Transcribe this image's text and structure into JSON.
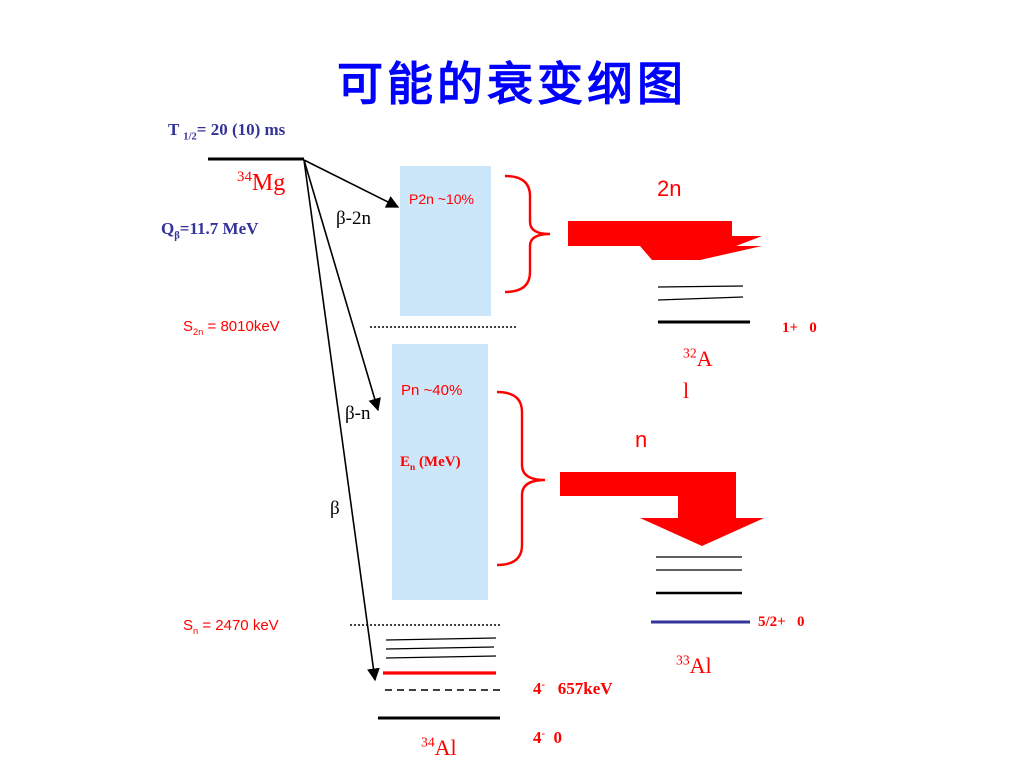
{
  "title": "可能的衰变纲图",
  "colors": {
    "title": "#0000ff",
    "navy": "#333399",
    "red": "#ff0000",
    "black": "#000000",
    "box": "#cce6fa",
    "blue_level": "#333399"
  },
  "parent": {
    "half_life": {
      "T": "T ",
      "sub": "1/2",
      "rest": "= 20 (10) ms"
    },
    "nucleus": {
      "mass": "34",
      "symbol": "Mg"
    },
    "q_value": {
      "Q": "Q",
      "sub": "β",
      "rest": "=11.7 MeV"
    }
  },
  "thresholds": {
    "s2n": {
      "S": "S",
      "sub": "2n",
      "rest": " = 8010keV"
    },
    "sn": {
      "S": "S",
      "sub": "n",
      "rest": " = 2470 keV"
    }
  },
  "decays": {
    "b2n": {
      "beta": "β",
      "rest": "-2n"
    },
    "bn": {
      "beta": "β",
      "rest": "-n"
    },
    "b": "β"
  },
  "boxes": {
    "p2n": "P2n ~10%",
    "pn": "Pn ~40%",
    "en": {
      "E": "E",
      "sub": "n",
      "rest": " (MeV)"
    }
  },
  "arrow_labels": {
    "two_n": "2n",
    "one_n": "n"
  },
  "al32": {
    "mass": "32",
    "symbol_top": "A",
    "symbol_bottom": "l",
    "level": "1+   0"
  },
  "al33": {
    "mass": "33",
    "symbol": "Al",
    "level": "5/2+   0"
  },
  "al34": {
    "mass": "34",
    "symbol": "Al",
    "level_657": {
      "spin": "4",
      "sup": "-",
      "rest": "   657keV"
    },
    "level_0": {
      "spin": "4",
      "sup": "-",
      "rest": "  0"
    }
  }
}
